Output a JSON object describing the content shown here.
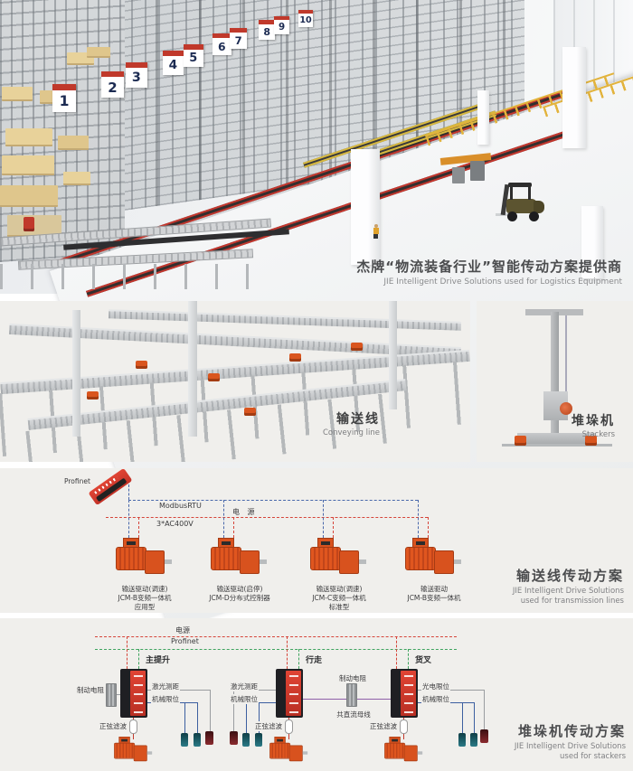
{
  "colors": {
    "red_line": "#d6453a",
    "blue_line": "#4a69ab",
    "green_line": "#3fa45f",
    "purple_line": "#8e5fa8",
    "drive_red": "#d43a2b",
    "motor_orange": "#d9551e",
    "panel_bg": "#f0efec",
    "title_gray": "#4b4c4e",
    "placard_red": "#c0392b",
    "bin_yellow": "#e8d29a",
    "rail_yellow": "#e2b33c",
    "teal_sensor": "#256d79",
    "darkred_sensor": "#7c2326",
    "steel": "#c6c9cb"
  },
  "hero": {
    "title_cn": "杰牌“物流装备行业”智能传动方案提供商",
    "title_en": "JIE Intelligent Drive Solutions used for Logistics Equipment",
    "aisle_numbers": [
      "1",
      "2",
      "3",
      "4",
      "5",
      "6",
      "7",
      "8",
      "9",
      "10"
    ]
  },
  "showcase": {
    "conveying": {
      "label_cn": "输送线",
      "label_en": "Conveying line"
    },
    "stackers": {
      "label_cn": "堆垛机",
      "label_en": "Stackers"
    }
  },
  "transmission": {
    "title_cn": "输送线传动方案",
    "title_en_line1": "JIE Intelligent Drive Solutions",
    "title_en_line2": "used for transmission lines",
    "labels": {
      "plc": "Profinet",
      "bus": "ModbusRTU",
      "power": "电 源",
      "voltage": "3*AC400V"
    },
    "devices": [
      {
        "line1": "输送驱动(调速)",
        "line2": "JCM-B变频一体机",
        "line3": "应用型"
      },
      {
        "line1": "输送驱动(启停)",
        "line2": "JCM-D分布式控制器",
        "line3": ""
      },
      {
        "line1": "输送驱动(调速)",
        "line2": "JCM-C变频一体机",
        "line3": "标准型"
      },
      {
        "line1": "输送驱动",
        "line2": "JCM-B变频一体机",
        "line3": ""
      }
    ]
  },
  "stacker": {
    "title_cn": "堆垛机传动方案",
    "title_en_line1": "JIE Intelligent Drive Solutions",
    "title_en_line2": "used for stackers",
    "labels": {
      "power": "电源",
      "profinet": "Profinet"
    },
    "units": [
      {
        "name": "主提升",
        "resistor": "制动电阻",
        "sensor_top": "激光测距",
        "sensor_bottom": "机械限位",
        "filter": "正弦滤波"
      },
      {
        "name": "行走",
        "sensor_top": "激光测距",
        "sensor_bottom": "机械限位",
        "filter": "正弦滤波",
        "resistor": "制动电阻",
        "dc_bus": "共直流母线"
      },
      {
        "name": "货叉",
        "sensor_top": "光电限位",
        "sensor_bottom": "机械限位",
        "filter": "正弦滤波"
      }
    ]
  }
}
